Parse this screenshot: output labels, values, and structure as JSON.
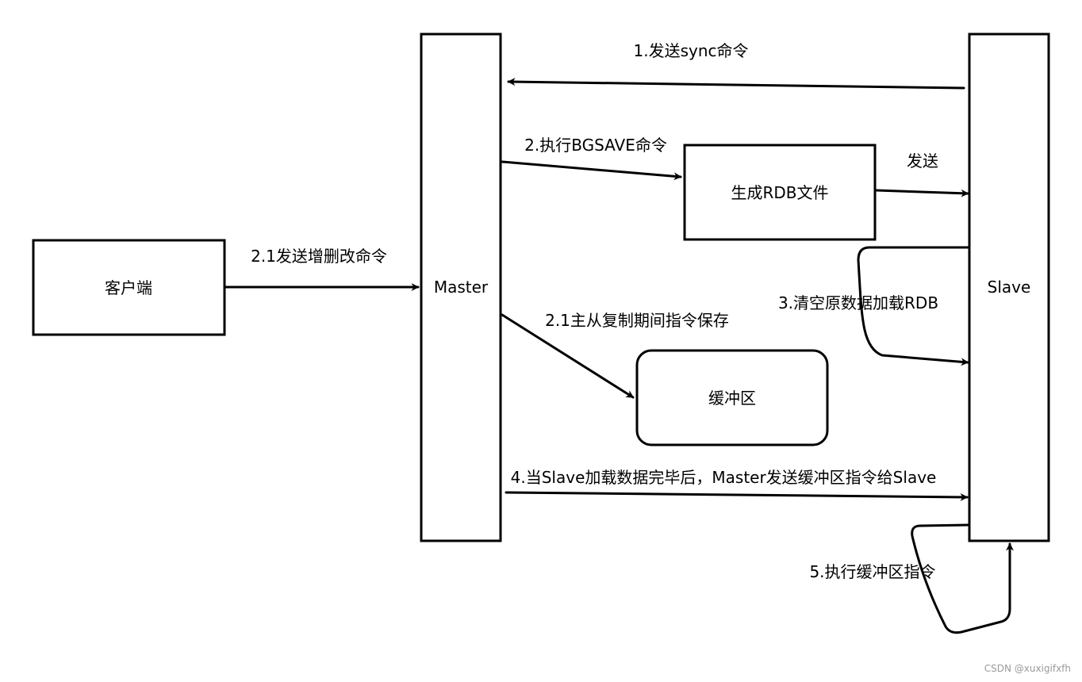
{
  "nodes": {
    "client": "客户端",
    "master": "Master",
    "slave": "Slave",
    "rdb_file": "生成RDB文件",
    "buffer": "缓冲区"
  },
  "edges": {
    "send_sync": "1.发送sync命令",
    "exec_bgsave": "2.执行BGSAVE命令",
    "send_rdb": "发送",
    "send_write_cmds": "2.1发送增删改命令",
    "save_cmds_during_replication": "2.1主从复制期间指令保存",
    "clear_and_load_rdb": "3.清空原数据加载RDB",
    "send_buffer_cmds": "4.当Slave加载数据完毕后，Master发送缓冲区指令给Slave",
    "exec_buffer_cmds": "5.执行缓冲区指令"
  },
  "watermark": "CSDN @xuxigifxfh"
}
